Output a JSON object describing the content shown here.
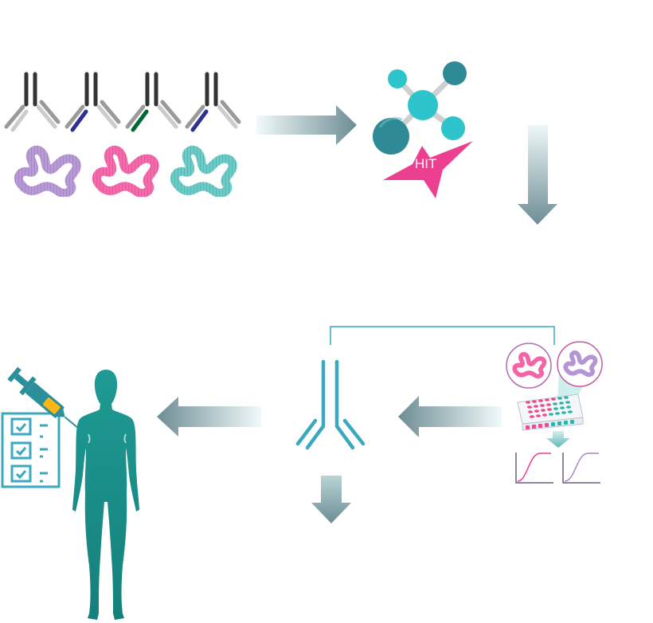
{
  "diagram": {
    "hit_label": "HIT",
    "colors": {
      "antibody_dark": "#333333",
      "antibody_mid": "#9a9a9a",
      "antibody_light": "#cccccc",
      "variant_blue": "#2e3192",
      "variant_green": "#006837",
      "protein_purple": "#a585c8",
      "protein_pink": "#ee4c9a",
      "protein_teal": "#4fbdb8",
      "molecule_teal": "#2ec4cc",
      "molecule_dark": "#2e8b96",
      "hit_pink": "#ec3f8f",
      "final_antibody": "#3aa9c0",
      "human": "#1a8a86",
      "syringe_fill": "#fbb814",
      "arrow_start": "#f0f8f8",
      "arrow_end": "#6d8d94"
    },
    "steps": [
      {
        "id": "antibody-library",
        "description": "antibody library with variant chains and target proteins"
      },
      {
        "id": "hit-identification",
        "description": "molecule hit"
      },
      {
        "id": "screening-assay",
        "description": "binding assays on plate with curves"
      },
      {
        "id": "lead-antibody",
        "description": "selected antibody"
      },
      {
        "id": "clinical-trial",
        "description": "human with syringe and checklist"
      }
    ]
  }
}
